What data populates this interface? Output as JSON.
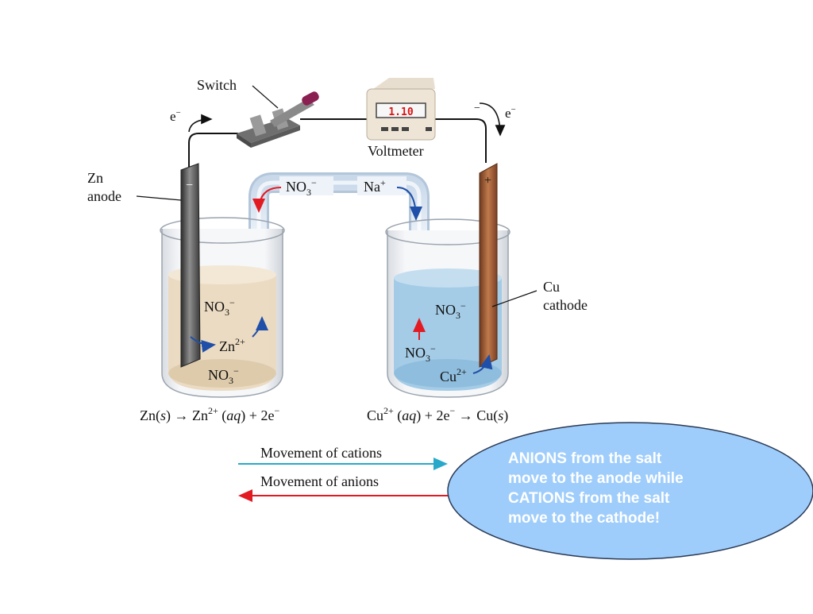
{
  "labels": {
    "switch": "Switch",
    "voltmeter": "Voltmeter",
    "voltmeter_reading": "1.10",
    "electron": "e",
    "electron_charge": "−",
    "zn_anode_line1": "Zn",
    "zn_anode_line2": "anode",
    "cu_cathode_line1": "Cu",
    "cu_cathode_line2": "cathode",
    "anode_sign": "−",
    "cathode_sign": "+",
    "bridge_anion": "NO",
    "bridge_anion_sub": "3",
    "bridge_anion_charge": "−",
    "bridge_cation": "Na",
    "bridge_cation_charge": "+",
    "ion_no3": "NO",
    "ion_no3_sub": "3",
    "ion_no3_charge": "−",
    "ion_zn": "Zn",
    "ion_zn_charge": "2+",
    "ion_cu": "Cu",
    "ion_cu_charge": "2+"
  },
  "equations": {
    "anode": {
      "p1": "Zn(",
      "p2": "s",
      "p3": ") → Zn",
      "p4": "2+",
      "p5": " (",
      "p6": "aq",
      "p7": ") + 2e",
      "p8": "−"
    },
    "cathode": {
      "p1": "Cu",
      "p2": "2+",
      "p3": " (",
      "p4": "aq",
      "p5": ") + 2e",
      "p6": "−",
      "p7": " → Cu(",
      "p8": "s",
      "p9": ")"
    }
  },
  "legend": {
    "cations": "Movement of cations",
    "anions": "Movement of anions"
  },
  "callout": {
    "line1": "ANIONS from the salt",
    "line2": "move to the anode while",
    "line3": "CATIONS from the salt",
    "line4": "move to the cathode!"
  },
  "colors": {
    "cation_arrow": "#29a9c9",
    "anion_arrow": "#e21b23",
    "ion_flow_arrow": "#1f4fa8",
    "callout_fill": "#9fcdfb",
    "zn_solution": "#ead9bf",
    "cu_solution": "#9fc9e6",
    "copper": "#a8603a"
  }
}
